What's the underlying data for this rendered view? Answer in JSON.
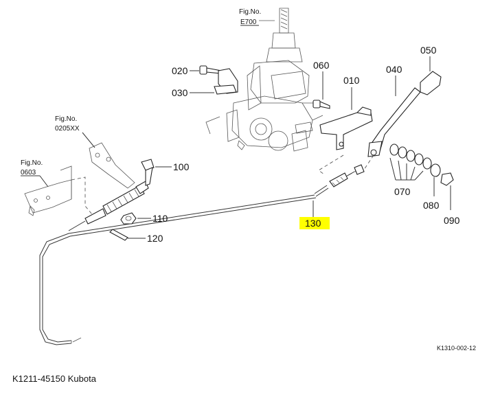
{
  "figure_refs": {
    "e700": {
      "top": "Fig.No.",
      "bottom": "E700"
    },
    "f0205": {
      "top": "Fig.No.",
      "bottom": "0205XX"
    },
    "f0603": {
      "top": "Fig.No.",
      "bottom": "0603"
    }
  },
  "labels": {
    "p010": "010",
    "p020": "020",
    "p030": "030",
    "p040": "040",
    "p050": "050",
    "p060": "060",
    "p070": "070",
    "p080": "080",
    "p090": "090",
    "p100": "100",
    "p110": "110",
    "p120": "120",
    "p130": "130"
  },
  "highlight_color": "#ffff00",
  "drawing_number": "K1310-002-12",
  "caption": "K1211-45150 Kubota"
}
